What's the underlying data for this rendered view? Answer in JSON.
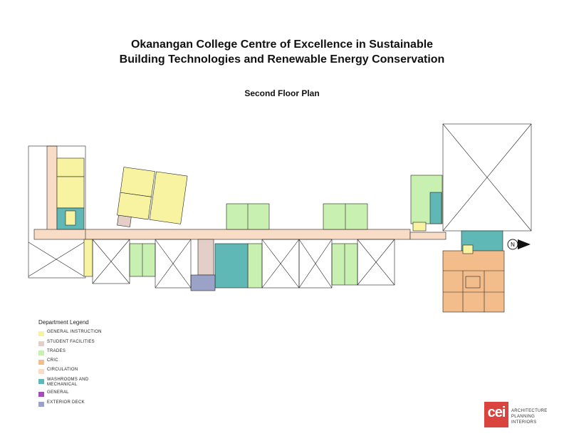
{
  "title_line1": "Okanangan College Centre of Excellence in Sustainable",
  "title_line2": "Building Technologies and Renewable Energy Conservation",
  "subtitle": "Second Floor Plan",
  "legend": {
    "title": "Department Legend",
    "items": [
      {
        "label": "GENERAL INSTRUCTION",
        "color": "#f7f3a0"
      },
      {
        "label": "STUDENT FACILITIES",
        "color": "#e3cfc7"
      },
      {
        "label": "TRADES",
        "color": "#c8f0b0"
      },
      {
        "label": "CRIC",
        "color": "#f2bd8a"
      },
      {
        "label": "CIRCULATION",
        "color": "#f8dcc6"
      },
      {
        "label": "WASHROOMS AND MECHANICAL",
        "color": "#5fb8b6"
      },
      {
        "label": "GENERAL",
        "color": "#a050b8"
      },
      {
        "label": "EXTERIOR DECK",
        "color": "#9aa2c8"
      }
    ]
  },
  "north_label": "N",
  "logo": {
    "mark": "cei",
    "line1": "ARCHITECTURE",
    "line2": "PLANNING",
    "line3": "INTERIORS",
    "color": "#d9443f"
  }
}
